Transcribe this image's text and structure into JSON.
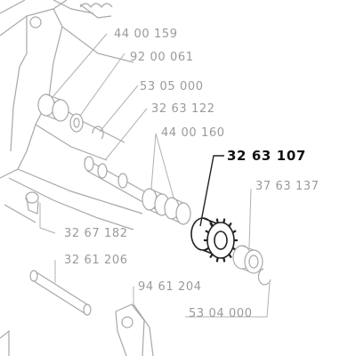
{
  "labels": {
    "p1": "44 00 159",
    "p2": "92 00 061",
    "p3": "53 05 000",
    "p4": "32 63 122",
    "p5": "44 00 160",
    "p6": "32 63 107",
    "p7": "37 63 137",
    "p8": "32 67 182",
    "p9": "32 61 206",
    "p10": "94 61 204",
    "p11": "53 04 000"
  },
  "highlight_part": "32 63 107",
  "colors": {
    "line": "#a8a8a8",
    "highlight": "#222222",
    "label": "#9a9a9a"
  }
}
